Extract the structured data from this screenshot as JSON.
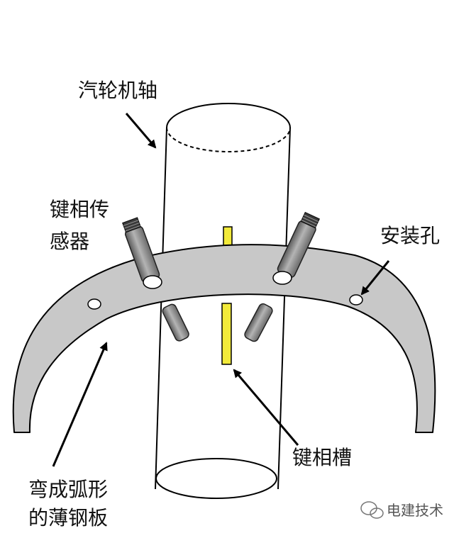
{
  "labels": {
    "shaft": "汽轮机轴",
    "sensor_line1": "键相传",
    "sensor_line2": "感器",
    "mount_hole": "安装孔",
    "keyway": "键相槽",
    "plate_line1": "弯成弧形",
    "plate_line2": "的薄钢板"
  },
  "watermark": {
    "text": "电建技术",
    "icon": "wechat-icon"
  },
  "colors": {
    "plate_fill": "#c8c8c8",
    "keyway_fill": "#f2ea3a",
    "sensor_fill": "#8a8a8a",
    "outline": "#000000"
  }
}
